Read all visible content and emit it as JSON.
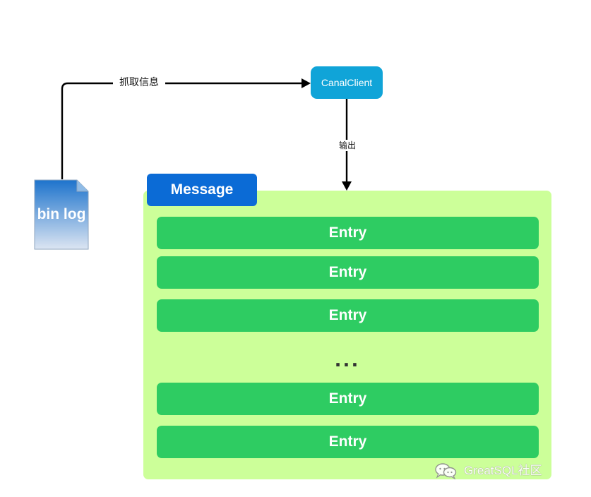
{
  "diagram": {
    "nodes": {
      "binlog": {
        "label": "bin log",
        "shape": "document",
        "gradient": [
          "#1d73cc",
          "#dce5f2"
        ]
      },
      "canal_client": {
        "label": "CanalClient",
        "color": "#10a4d8"
      },
      "message": {
        "label": "Message",
        "header_color": "#0b6bd6",
        "container_color": "#ccff99"
      }
    },
    "edges": [
      {
        "from": "binlog",
        "to": "canal_client",
        "label": "抓取信息"
      },
      {
        "from": "canal_client",
        "to": "message",
        "label": "输出"
      }
    ],
    "entries": [
      {
        "label": "Entry"
      },
      {
        "label": "Entry"
      },
      {
        "label": "Entry"
      },
      {
        "label": "Entry"
      },
      {
        "label": "Entry"
      }
    ],
    "ellipsis": "...",
    "entry_color": "#2ecc62"
  },
  "watermark": {
    "icon": "wechat-icon",
    "text": "GreatSQL社区"
  }
}
